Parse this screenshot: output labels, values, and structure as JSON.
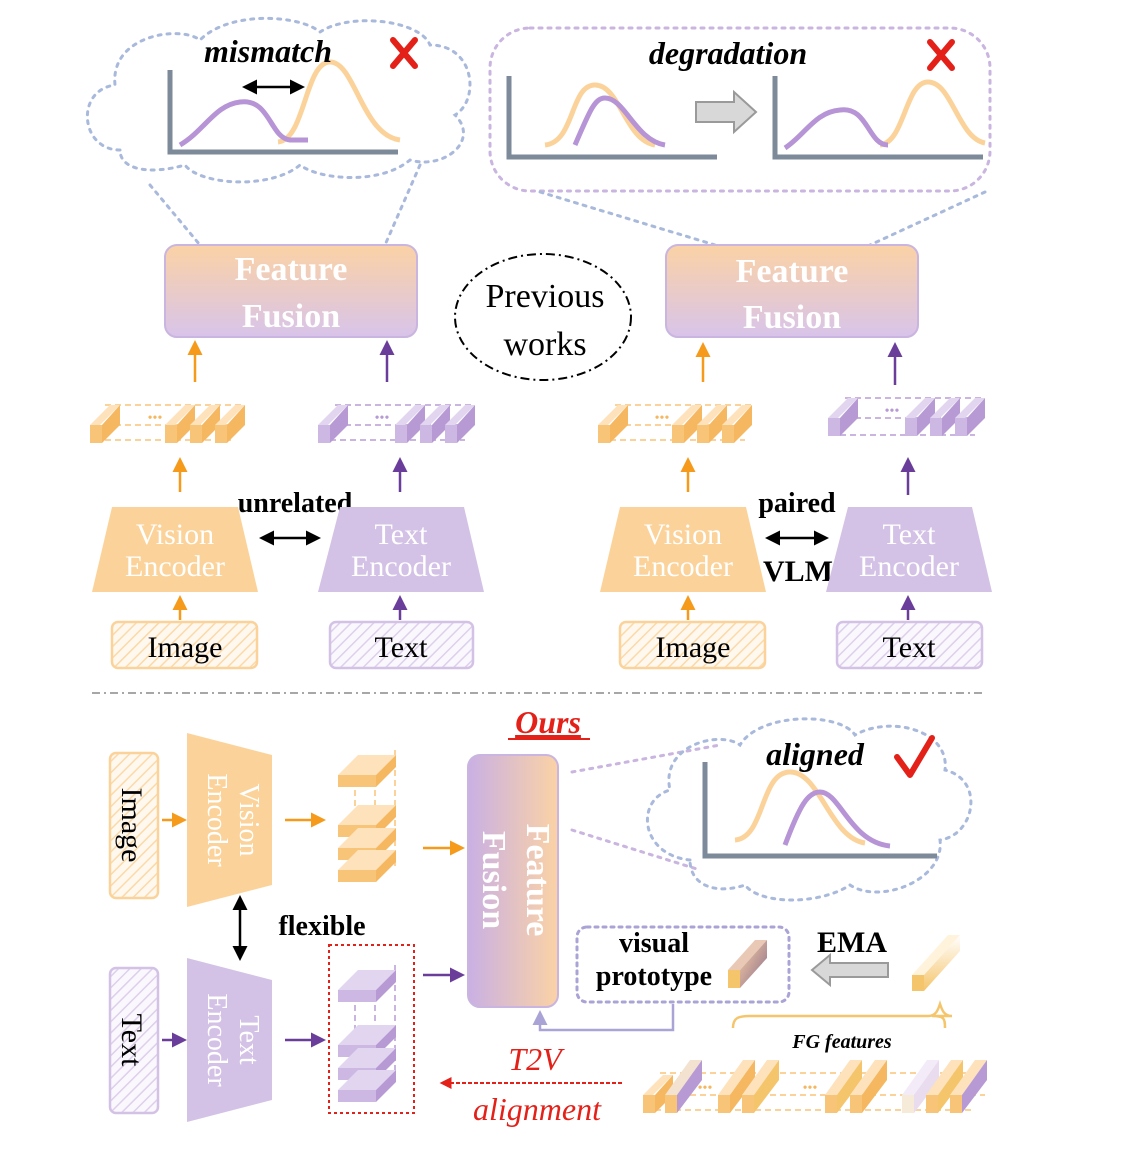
{
  "colors": {
    "orange": "#f5a623",
    "orange_light": "#fbd9a8",
    "purple": "#6a3d9a",
    "purple_light": "#c9b5df",
    "cloud_blue": "#a9b9dc",
    "red": "#e32119",
    "axis": "#7c8a9a"
  },
  "top_left": {
    "cloud_label": "mismatch",
    "fusion_line1": "Feature",
    "fusion_line2": "Fusion",
    "relation": "unrelated",
    "vision_line1": "Vision",
    "vision_line2": "Encoder",
    "text_line1": "Text",
    "text_line2": "Encoder",
    "image_input": "Image",
    "text_input": "Text"
  },
  "top_right": {
    "cloud_label": "degradation",
    "fusion_line1": "Feature",
    "fusion_line2": "Fusion",
    "relation_top": "paired",
    "relation_bottom": "VLM",
    "vision_line1": "Vision",
    "vision_line2": "Encoder",
    "text_line1": "Text",
    "text_line2": "Encoder",
    "image_input": "Image",
    "text_input": "Text"
  },
  "center": {
    "line1": "Previous",
    "line2": "works"
  },
  "bottom": {
    "title": "Ours",
    "image_input": "Image",
    "text_input": "Text",
    "vision_line1": "Vision",
    "vision_line2": "Encoder",
    "text_line1": "Text",
    "text_line2": "Encoder",
    "relation": "flexible",
    "fusion_line1": "Feature",
    "fusion_line2": "Fusion",
    "cloud_label": "aligned",
    "prototype_line1": "visual",
    "prototype_line2": "prototype",
    "ema": "EMA",
    "fg_features": "FG features",
    "t2v_line1": "T2V",
    "t2v_line2": "alignment"
  }
}
